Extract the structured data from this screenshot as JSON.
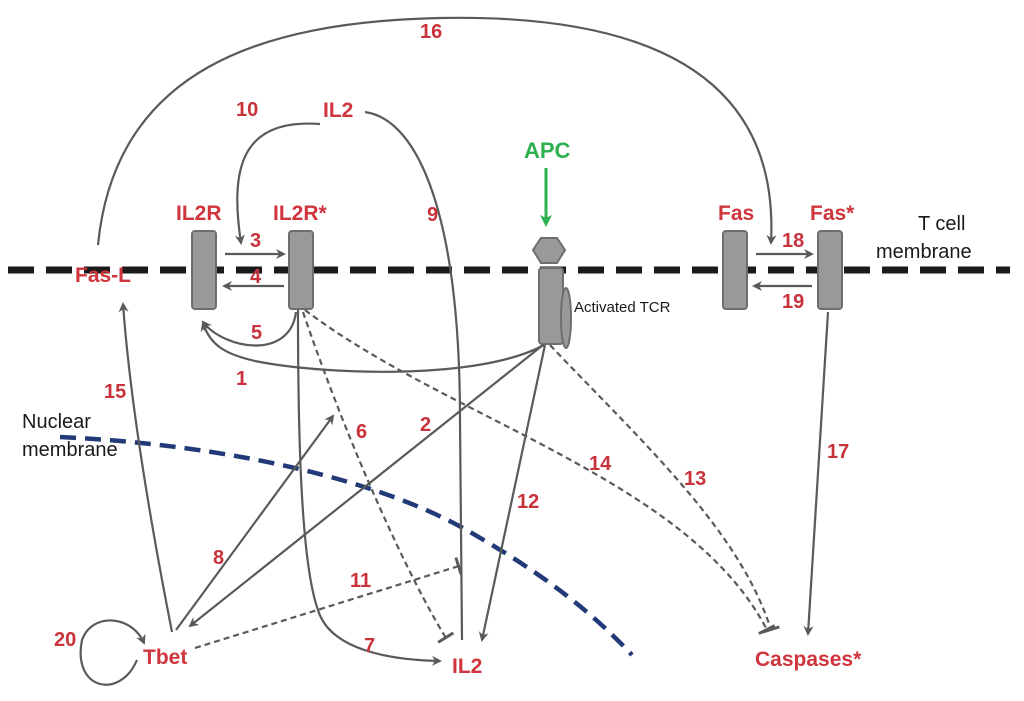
{
  "labels": {
    "fasl": "Fas-L",
    "il2r": "IL2R",
    "il2r_active": "IL2R*",
    "il2_top": "IL2",
    "apc": "APC",
    "activated_tcr": "Activated TCR",
    "fas": "Fas",
    "fas_active": "Fas*",
    "t_cell_line1": "T cell",
    "t_cell_line2": "membrane",
    "nuclear_line1": "Nuclear",
    "nuclear_line2": "membrane",
    "tbet": "Tbet",
    "il2_bottom": "IL2",
    "caspases": "Caspases*"
  },
  "edge_numbers": [
    "1",
    "2",
    "3",
    "4",
    "5",
    "6",
    "7",
    "8",
    "9",
    "10",
    "11",
    "12",
    "13",
    "14",
    "15",
    "16",
    "17",
    "18",
    "19",
    "20"
  ],
  "colors": {
    "node_label": "#d0343c",
    "edge_number": "#c8323a",
    "apc": "#2eb04f",
    "arrow": "#5a5a5a",
    "receptor_fill": "#999999",
    "t_cell_membrane": "#1a1a1a",
    "nuclear_membrane": "#233a78"
  }
}
